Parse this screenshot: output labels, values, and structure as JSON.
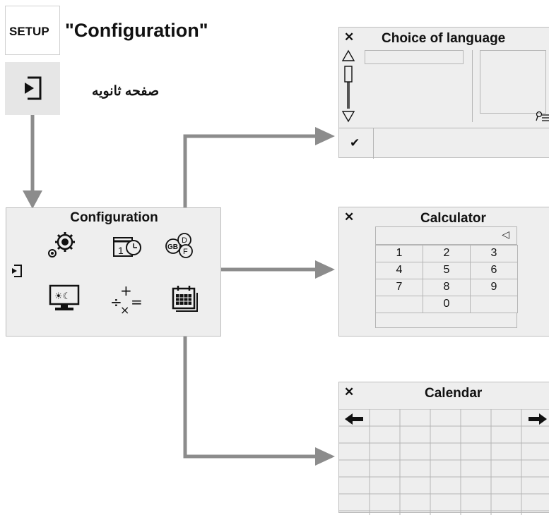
{
  "setup": {
    "label": "SETUP",
    "title": "\"Configuration\""
  },
  "secondary_page": {
    "label": "صفحه ثانویه"
  },
  "config_panel": {
    "title": "Configuration"
  },
  "language_panel": {
    "title": "Choice of language",
    "close": "✕",
    "confirm": "✔"
  },
  "calculator_panel": {
    "title": "Calculator",
    "close": "✕",
    "back_arrow": "◁",
    "rows": [
      [
        "1",
        "2",
        "3"
      ],
      [
        "4",
        "5",
        "6"
      ],
      [
        "7",
        "8",
        "9"
      ],
      [
        "",
        "0",
        ""
      ]
    ]
  },
  "calendar_panel": {
    "title": "Calendar",
    "close": "✕",
    "prev": "🡐",
    "next": "🡒"
  },
  "colors": {
    "panel_bg": "#eeeeee",
    "arrow": "#8c8c8c",
    "border": "#bdbdbd"
  }
}
